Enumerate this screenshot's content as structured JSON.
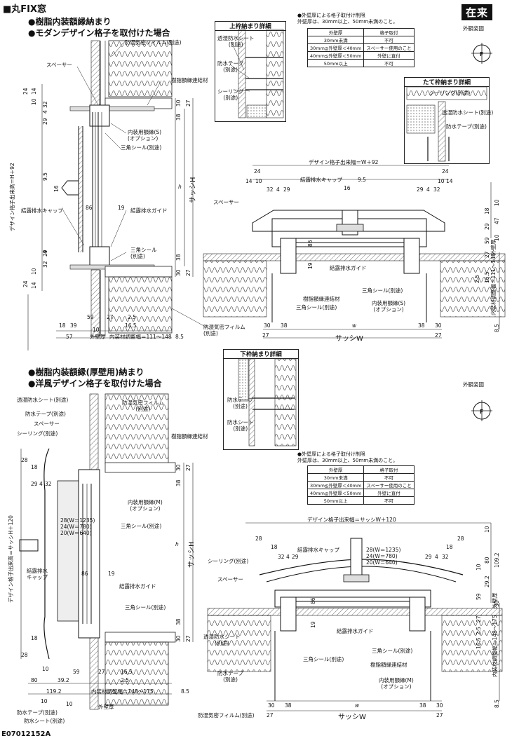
{
  "page": {
    "title": "■丸FIX窓",
    "badge": "在来",
    "code": "E07012152A"
  },
  "section1": {
    "subtitle1": "●樹脂内装額縁納まり",
    "subtitle2": "●モダンデザイン格子を取付けた場合",
    "exterior_view": "外観姿図",
    "note": "●外壁厚による格子取付け制限\n外壁厚は、30mm以上、50mm未満のこと。",
    "table_headers": [
      "外壁厚",
      "格子取付"
    ],
    "table_rows": [
      [
        "30mm未満",
        "不可"
      ],
      [
        "30mm≦外壁厚＜40mm",
        "スペーサー使用のこと"
      ],
      [
        "40mm≦外壁厚＜50mm",
        "外壁に直付"
      ],
      [
        "50mm以上",
        "不可"
      ]
    ],
    "detail_top_title": "上枠納まり詳細",
    "detail_side_title": "たて枠納まり詳細",
    "labels": {
      "film": "防湿気密フィルム(別途)",
      "spacer": "スペーサー",
      "resin_frame": "樹脂額縁連結材",
      "interior_frame": "内装用額縁(S)\n(オプション)",
      "tri_seal": "三角シール(別途)",
      "condensation_cap": "結露排水キャップ",
      "condensation_guide": "結露排水ガイド",
      "tri_seal2": "三角シール\n(別途)",
      "sheet": "透湿防水シート\n(別途)",
      "tape": "防水テープ\n(別途)",
      "sealing": "シーリング\n(別途)",
      "sealing_side": "シーリング(別途)",
      "sheet_side": "透湿防水シート(別途)",
      "tape_side": "防水テープ(別途)",
      "design_width": "デザイン格子出来幅＝W＋92",
      "design_height": "デザイン格子出来高＝H＋92",
      "sash_h": "サッシH",
      "sash_w": "サッシW",
      "adjust": "内装材調整幅＝111〜148",
      "adjust_v": "内装材調整幅＝111〜148",
      "exterior_wall": "外壁厚",
      "h": "h",
      "w": "w",
      "cap_h": "結露排水キャップ",
      "guide_h": "結露排水ガイド",
      "tri_seal_h": "三角シール(別途)",
      "resin_h": "樹脂額縁連結材",
      "tri_seal_h2": "三角シール(別途)",
      "interior_h": "内装用額縁(S)\n(オプション)",
      "film_h": "防湿気密フィルム\n(別途)",
      "spacer_h": "スペーサー"
    },
    "dims_v": [
      "24",
      "14",
      "10",
      "29",
      "4",
      "32",
      "9.5",
      "16",
      "32",
      "4",
      "29",
      "10",
      "24",
      "14"
    ],
    "dims_bottom": [
      "18",
      "39",
      "59",
      "27",
      "2.5",
      "16.5",
      "57",
      "10",
      "8.5"
    ],
    "dims_right": [
      "30",
      "27",
      "38",
      "38",
      "30",
      "27"
    ],
    "dims_h_top": [
      "24",
      "14",
      "10",
      "32",
      "4",
      "29",
      "16",
      "9.5",
      "29",
      "4",
      "32",
      "10",
      "14",
      "24"
    ],
    "dims_h_bottom": [
      "30",
      "38",
      "38",
      "30",
      "27",
      "27"
    ],
    "dims_h_right": [
      "10",
      "18",
      "29",
      "59",
      "47",
      "10",
      "27",
      "2.5",
      "16.5",
      "8.5"
    ]
  },
  "section2": {
    "subtitle1": "●樹脂内装額縁(厚壁用)納まり",
    "subtitle2": "●洋風デザイン格子を取付けた場合",
    "exterior_view": "外観姿図",
    "note": "●外壁厚による格子取付け制限\n外壁厚は、30mm以上、50mm未満のこと。",
    "table_headers": [
      "外壁厚",
      "格子取付"
    ],
    "table_rows": [
      [
        "30mm未満",
        "不可"
      ],
      [
        "30mm≦外壁厚＜40mm",
        "スペーサー使用のこと"
      ],
      [
        "40mm≦外壁厚＜50mm",
        "外壁に直付"
      ],
      [
        "50mm以上",
        "不可"
      ]
    ],
    "detail_bottom_title": "下枠納まり詳細",
    "labels": {
      "sheet": "透湿防水シート(別途)",
      "tape": "防水テープ(別途)",
      "spacer": "スペーサー",
      "sealing": "シーリング(別途)",
      "film": "防湿気密フィルム\n(別途)",
      "resin_frame": "樹脂額縁連結材",
      "interior_frame": "内装用額縁(M)\n(オプション)",
      "tri_seal": "三角シール(別途)",
      "condensation_cap": "結露排水\nキャップ",
      "condensation_guide": "結露排水ガイド",
      "tri_seal2": "三角シール(別途)",
      "design_height": "デザイン格子出来高＝サッシH＋120",
      "design_width": "デザイン格子出来幅＝サッシW＋120",
      "sash_h": "サッシH",
      "sash_w": "サッシW",
      "h": "h",
      "w": "w",
      "adjust": "内装材調整幅＝148〜175",
      "adjust_v": "内装材調整幅＝148〜175",
      "exterior_wall": "外壁厚",
      "tape_b": "防水テープ(別途)",
      "sheet_b": "防水シート(別途)",
      "detail_tape": "防水テープ\n(別途)",
      "detail_sheet": "防水シート\n(別途)",
      "h_cap": "結露排水キャップ",
      "h_sealing": "シーリング(別途)",
      "h_spacer": "スペーサー",
      "h_guide": "結露排水ガイド",
      "h_sheet": "透湿防水シート\n(別途)",
      "h_tape": "防水テープ\n(別途)",
      "h_tri": "三角シール(別途)",
      "h_tri2": "三角シール(別途)",
      "h_resin": "樹脂額縁連結材",
      "h_interior": "内装用額縁(M)\n(オプション)",
      "h_film": "防湿気密フィルム(別途)",
      "proj_a": "28(W＝1235)",
      "proj_b": "24(W＝780)",
      "proj_c": "20(W＝640)"
    },
    "dims_left": [
      "18",
      "28",
      "29",
      "4",
      "32",
      "18",
      "28",
      "10",
      "80",
      "39.2",
      "119.2",
      "59",
      "27",
      "16.5",
      "2.5",
      "8.5",
      "10",
      "10"
    ],
    "dims_right": [
      "30",
      "27",
      "38",
      "38",
      "30",
      "27"
    ],
    "dims_h_top": [
      "28",
      "18",
      "32",
      "4",
      "29",
      "29",
      "4",
      "32",
      "18",
      "28"
    ],
    "dims_h_right": [
      "10",
      "80",
      "109.2",
      "10",
      "29.2",
      "59",
      "30",
      "27",
      "2.5",
      "16.5",
      "8.5"
    ],
    "dims_h_bottom": [
      "30",
      "38",
      "38",
      "30",
      "27",
      "27"
    ]
  }
}
